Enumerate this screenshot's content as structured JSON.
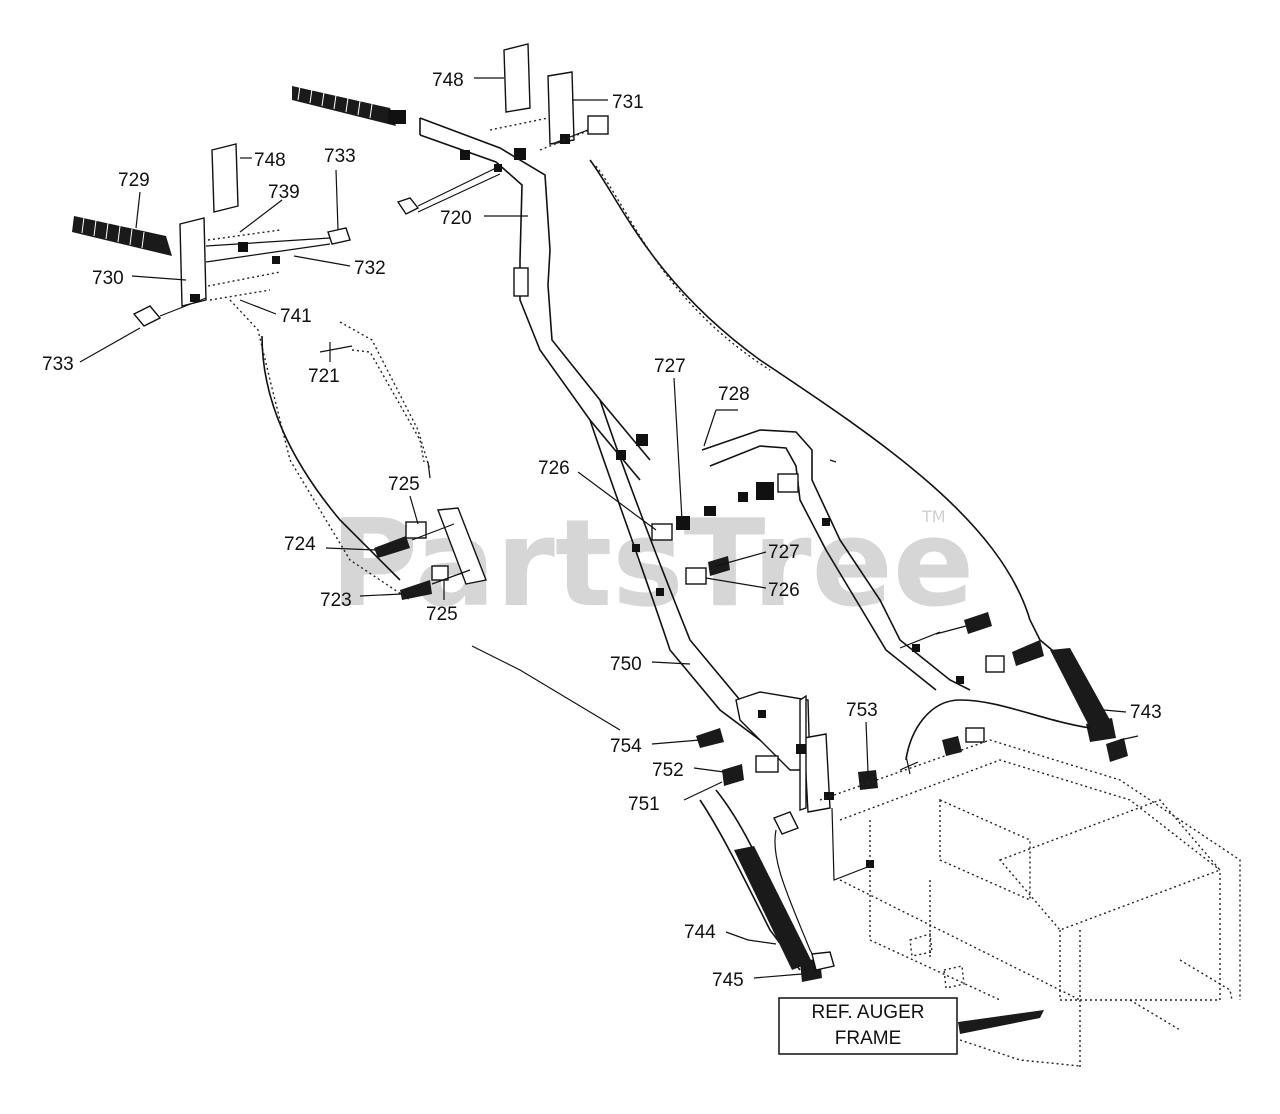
{
  "watermark": {
    "text": "PartsTree",
    "trademark": "TM"
  },
  "labels": {
    "p748a": "748",
    "p731": "731",
    "p748b": "748",
    "p733a": "733",
    "p729": "729",
    "p739": "739",
    "p720": "720",
    "p732": "732",
    "p730": "730",
    "p741": "741",
    "p733b": "733",
    "p721": "721",
    "p727a": "727",
    "p728": "728",
    "p726a": "726",
    "p725a": "725",
    "p724": "724",
    "p727b": "727",
    "p726b": "726",
    "p723": "723",
    "p725b": "725",
    "p750": "750",
    "p743": "743",
    "p753": "753",
    "p754": "754",
    "p752": "752",
    "p751": "751",
    "p744": "744",
    "p745": "745"
  },
  "ref_box": {
    "line1": "REF. AUGER",
    "line2": "FRAME"
  }
}
